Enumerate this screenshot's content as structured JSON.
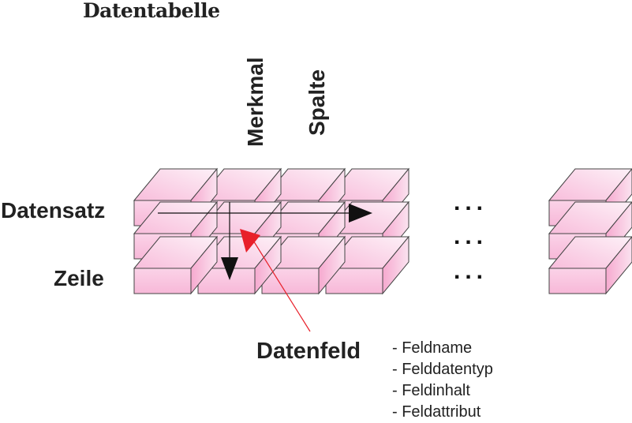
{
  "diagram": {
    "title": "Datentabelle",
    "column_labels": {
      "merkmal": "Merkmal",
      "spalte": "Spalte"
    },
    "row_labels": {
      "datensatz": "Datensatz",
      "zeile": "Zeile"
    },
    "field_label": "Datenfeld",
    "ellipsis": "...",
    "field_attributes": [
      "- Feldname",
      "- Felddatentyp",
      "- Feldinhalt",
      "- Feldattribut"
    ],
    "grid": {
      "rows": 3,
      "columns_shown": 4,
      "trailing_columns": 1
    },
    "colors": {
      "block_front": "#f9c2df",
      "block_top_light": "#fde7f2",
      "block_side": "#f6a9cf",
      "block_edge": "#444444",
      "arrow": "#111111",
      "pointer": "#e8202a"
    }
  }
}
